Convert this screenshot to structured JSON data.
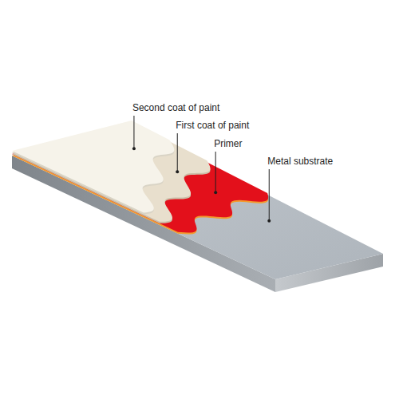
{
  "diagram": {
    "labels": [
      "Second coat of paint",
      "First coat of paint",
      "Primer",
      "Metal substrate"
    ]
  }
}
